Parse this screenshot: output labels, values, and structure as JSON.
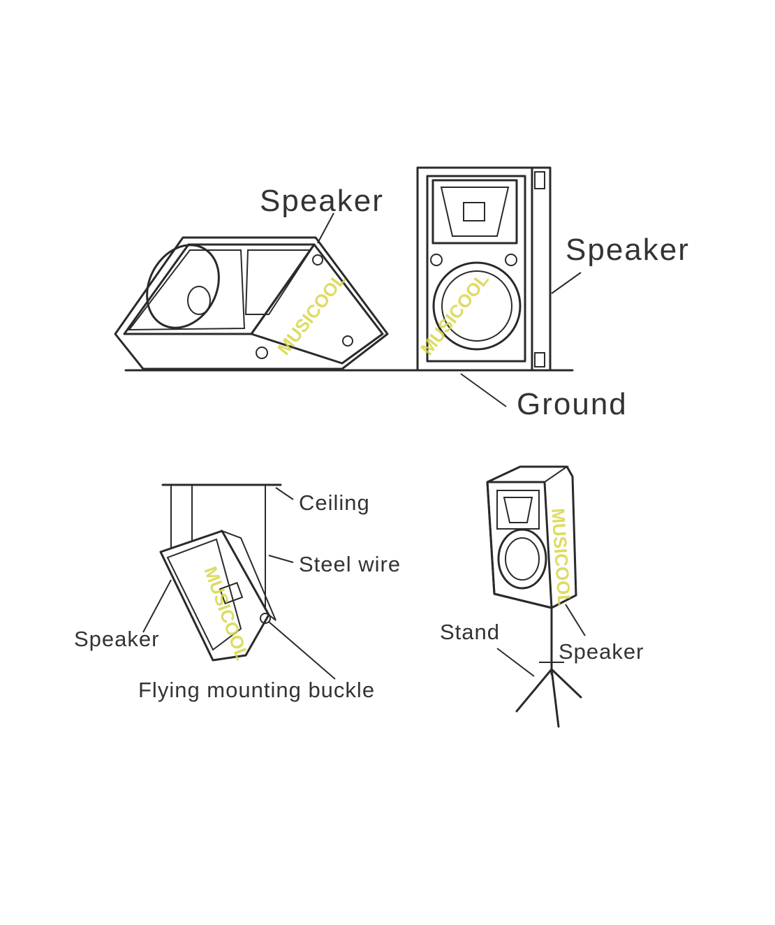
{
  "labels": {
    "monitor_speaker": "Speaker",
    "upright_speaker": "Speaker",
    "ground": "Ground",
    "ceiling": "Ceiling",
    "steel_wire": "Steel wire",
    "hanging_speaker": "Speaker",
    "flying_mounting_buckle": "Flying mounting buckle",
    "stand": "Stand",
    "stand_speaker": "Speaker"
  },
  "watermark": "MUSICOOL",
  "colors": {
    "line": "#2a2a2a",
    "text": "#333333",
    "watermark": "#d8d64a",
    "background": "#ffffff"
  }
}
